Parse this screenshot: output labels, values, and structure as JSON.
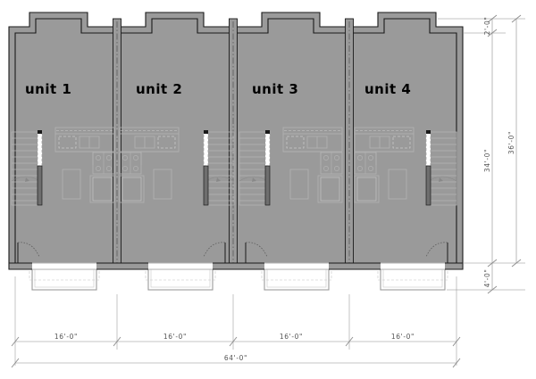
{
  "drawing": {
    "type": "architectural-floor-plan",
    "title_visible": false,
    "units": [
      {
        "id": "unit-1",
        "label": "unit 1"
      },
      {
        "id": "unit-2",
        "label": "unit 2"
      },
      {
        "id": "unit-3",
        "label": "unit 3"
      },
      {
        "id": "unit-4",
        "label": "unit 4"
      }
    ],
    "dimensions": {
      "bottom_segments": [
        {
          "label": "16'-0\""
        },
        {
          "label": "16'-0\""
        },
        {
          "label": "16'-0\""
        },
        {
          "label": "16'-0\""
        }
      ],
      "bottom_total": {
        "label": "64'-0\""
      },
      "right_segments": [
        {
          "label": "2'-0\""
        },
        {
          "label": "34'-0\""
        },
        {
          "label": "4'-0\""
        }
      ],
      "right_total": {
        "label": "36'-0\""
      }
    },
    "colors": {
      "wall_fill": "#9a9a9a",
      "wall_stroke": "#1a1a1a",
      "fixture_stroke": "#b3b3b3",
      "dim_line": "#8c8c8c",
      "dim_text": "#555555",
      "label_text": "#000000",
      "background": "#ffffff"
    },
    "fixtures": {
      "kitchen_counter": "counter-run",
      "sink": "double-sink",
      "range": "range-cooktop",
      "island": "kitchen-island",
      "refrigerator": "refrigerator",
      "stair": "straight-run-stair",
      "entry_door": "swing-door",
      "porch": "entry-porch"
    }
  }
}
